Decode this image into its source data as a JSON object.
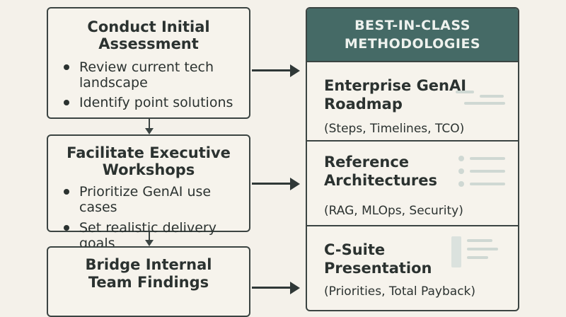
{
  "left_steps": [
    {
      "title": "Conduct Initial Assessment",
      "title_lines": [
        "Conduct Initial",
        "Assessment"
      ],
      "bullets": [
        {
          "lines": [
            "Review current tech",
            "landscape"
          ]
        },
        {
          "lines": [
            "Identify point solutions"
          ]
        }
      ]
    },
    {
      "title": "Facilitate Executive Workshops",
      "title_lines": [
        "Facilitate Executive",
        "Workshops"
      ],
      "bullets": [
        {
          "lines": [
            "Prioritize GenAI use cases"
          ]
        },
        {
          "lines": [
            "Set realistic delivery goals"
          ]
        }
      ]
    },
    {
      "title": "Bridge Internal Team Findings",
      "title_lines": [
        "Bridge Internal",
        "Team Findings"
      ]
    }
  ],
  "right_panel": {
    "header_lines": [
      "BEST-IN-CLASS",
      "METHODOLOGIES"
    ],
    "items": [
      {
        "title_lines": [
          "Enterprise GenAI",
          "Roadmap"
        ],
        "subtitle": "(Steps, Timelines, TCO)",
        "icon": "document-lines-icon"
      },
      {
        "title_lines": [
          "Reference",
          "Architectures"
        ],
        "subtitle": "(RAG, MLOps, Security)",
        "icon": "architecture-list-icon"
      },
      {
        "title_lines": [
          "C-Suite",
          "Presentation"
        ],
        "subtitle": "(Priorities, Total Payback)",
        "icon": "presentation-icon"
      }
    ]
  },
  "colors": {
    "background": "#f4f1ea",
    "header_fill": "#456a66",
    "stroke": "#3b4442",
    "icon_muted": "#cfd8d3"
  }
}
